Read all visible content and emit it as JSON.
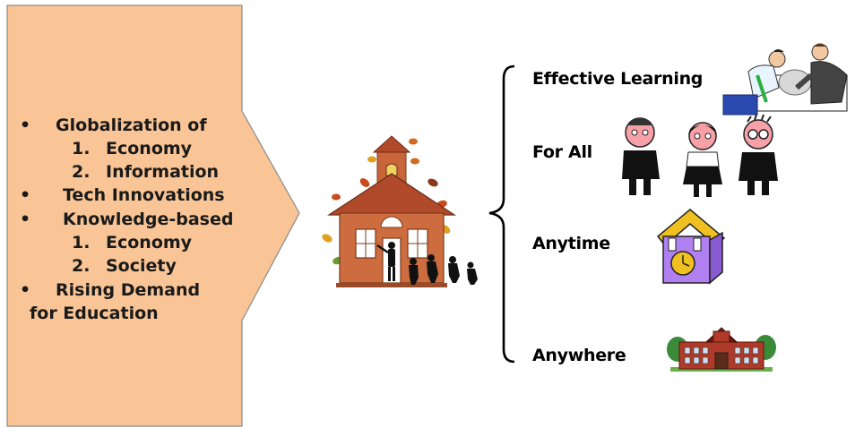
{
  "left_box": {
    "fill": "#f9c596",
    "items": [
      {
        "bullet": "•",
        "text": "Globalization of"
      },
      {
        "bullet": "1.",
        "text": "Economy"
      },
      {
        "bullet": "2.",
        "text": "Information"
      },
      {
        "bullet": "•",
        "text": "Tech Innovations"
      },
      {
        "bullet": "•",
        "text": "Knowledge-based"
      },
      {
        "bullet": "1.",
        "text": "Economy"
      },
      {
        "bullet": "2.",
        "text": "Society"
      },
      {
        "bullet": "•",
        "text": "Rising Demand"
      },
      {
        "bullet": "",
        "text": "for Education"
      }
    ]
  },
  "center_icon": "schoolhouse-with-children-icon",
  "right": {
    "labels": [
      "Effective Learning",
      "For All",
      "Anytime",
      "Anywhere"
    ],
    "icons": [
      "collaborating-people-icon",
      "three-people-icon",
      "clock-house-icon",
      "school-building-icon"
    ]
  }
}
